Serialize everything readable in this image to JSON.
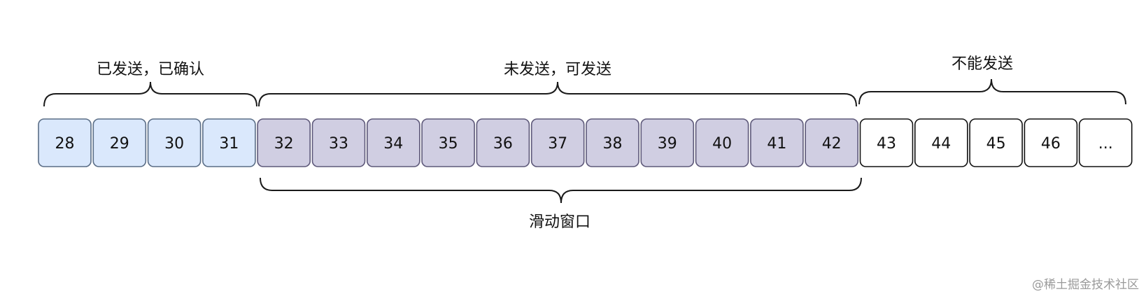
{
  "sequence": {
    "cells": [
      {
        "label": "28",
        "group": "acked"
      },
      {
        "label": "29",
        "group": "acked"
      },
      {
        "label": "30",
        "group": "acked"
      },
      {
        "label": "31",
        "group": "acked"
      },
      {
        "label": "32",
        "group": "sendable"
      },
      {
        "label": "33",
        "group": "sendable"
      },
      {
        "label": "34",
        "group": "sendable"
      },
      {
        "label": "35",
        "group": "sendable"
      },
      {
        "label": "36",
        "group": "sendable"
      },
      {
        "label": "37",
        "group": "sendable"
      },
      {
        "label": "38",
        "group": "sendable"
      },
      {
        "label": "39",
        "group": "sendable"
      },
      {
        "label": "40",
        "group": "sendable"
      },
      {
        "label": "41",
        "group": "sendable"
      },
      {
        "label": "42",
        "group": "sendable"
      },
      {
        "label": "43",
        "group": "blocked"
      },
      {
        "label": "44",
        "group": "blocked"
      },
      {
        "label": "45",
        "group": "blocked"
      },
      {
        "label": "46",
        "group": "blocked"
      },
      {
        "label": "...",
        "group": "blocked"
      }
    ]
  },
  "groups": {
    "acked": {
      "label": "已发送，已确认",
      "fill": "#dae8fc",
      "stroke": "#5a6d86"
    },
    "sendable": {
      "label": "未发送，可发送",
      "fill": "#d0cee2",
      "stroke": "#5d5879"
    },
    "blocked": {
      "label": "不能发送",
      "fill": "#ffffff",
      "stroke": "#111111"
    }
  },
  "window": {
    "label": "滑动窗口"
  },
  "watermark": "@稀土掘金技术社区"
}
